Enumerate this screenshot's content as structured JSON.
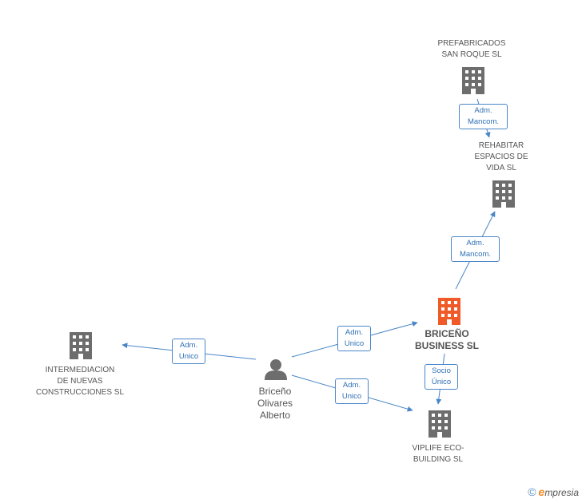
{
  "nodes": {
    "prefabricados": {
      "label": "PREFABRICADOS\nSAN ROQUE SL",
      "type": "company"
    },
    "rehabitar": {
      "label": "REHABITAR\nESPACIOS DE\nVIDA SL",
      "type": "company"
    },
    "briceno_business": {
      "label": "BRICEÑO\nBUSINESS SL",
      "type": "company-main"
    },
    "intermediacion": {
      "label": "INTERMEDIACION\nDE NUEVAS\nCONSTRUCCIONES SL",
      "type": "company"
    },
    "viplife": {
      "label": "VIPLIFE ECO-\nBUILDING  SL",
      "type": "company"
    },
    "person": {
      "label": "Briceño\nOlivares\nAlberto",
      "type": "person"
    }
  },
  "edges": {
    "e1": {
      "label": "Adm.\nMancom."
    },
    "e2": {
      "label": "Adm.\nMancom."
    },
    "e3": {
      "label": "Adm.\nUnico"
    },
    "e4": {
      "label": "Adm.\nUnico"
    },
    "e5": {
      "label": "Adm.\nUnico"
    },
    "e6": {
      "label": "Socio\nÚnico"
    }
  },
  "colors": {
    "company_icon": "#6d6d6d",
    "main_icon": "#f05a28",
    "edge": "#4a86c8"
  },
  "footer": {
    "copyright": "©",
    "brand_e": "e",
    "brand_rest": "mpresia"
  }
}
